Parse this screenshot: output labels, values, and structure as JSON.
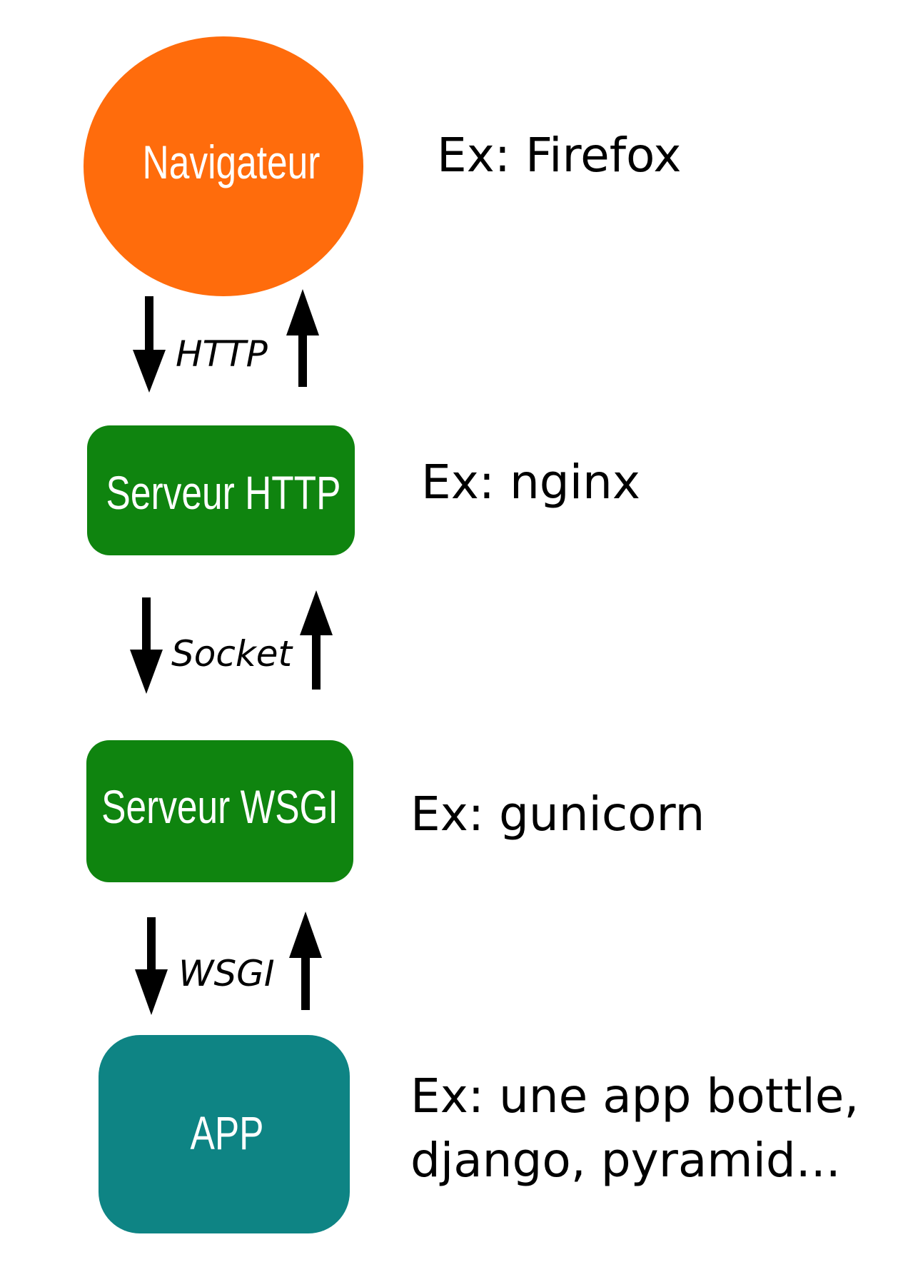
{
  "colors": {
    "browser": "#ff6c0c",
    "server": "#0f840f",
    "app": "#0e8484",
    "arrow": "#000000",
    "node_text": "#ffffff"
  },
  "nodes": [
    {
      "id": "navigateur",
      "label": "Navigateur",
      "shape": "ellipse",
      "example": "Ex: Firefox"
    },
    {
      "id": "serveur-http",
      "label": "Serveur HTTP",
      "shape": "rounded-rect",
      "example": "Ex: nginx"
    },
    {
      "id": "serveur-wsgi",
      "label": "Serveur WSGI",
      "shape": "rounded-rect",
      "example": "Ex: gunicorn"
    },
    {
      "id": "app",
      "label": "APP",
      "shape": "rounded-rect",
      "example_lines": [
        "Ex: une app bottle,",
        "django, pyramid..."
      ]
    }
  ],
  "connections": [
    {
      "from": "navigateur",
      "to": "serveur-http",
      "label": "HTTP",
      "icons": [
        "arrow-down-icon",
        "arrow-up-icon"
      ]
    },
    {
      "from": "serveur-http",
      "to": "serveur-wsgi",
      "label": "Socket",
      "icons": [
        "arrow-down-icon",
        "arrow-up-icon"
      ]
    },
    {
      "from": "serveur-wsgi",
      "to": "app",
      "label": "WSGI",
      "icons": [
        "arrow-down-icon",
        "arrow-up-icon"
      ]
    }
  ]
}
